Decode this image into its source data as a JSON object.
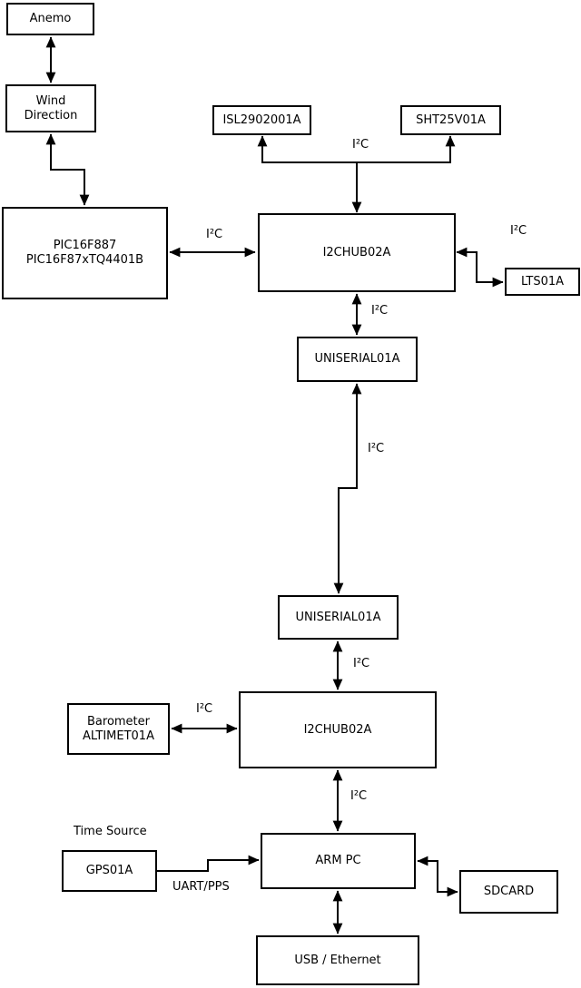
{
  "diagram": {
    "nodes": {
      "anemo": {
        "label": "Anemo"
      },
      "wind_direction": {
        "line1": "Wind",
        "line2": "Direction"
      },
      "pic": {
        "line1": "PIC16F887",
        "line2": "PIC16F87xTQ4401B"
      },
      "isl2902001a": {
        "label": "ISL2902001A"
      },
      "sht25v01a": {
        "label": "SHT25V01A"
      },
      "i2chub_top": {
        "label": "I2CHUB02A"
      },
      "lts01a": {
        "label": "LTS01A"
      },
      "uniserial_top": {
        "label": "UNISERIAL01A"
      },
      "uniserial_bottom": {
        "label": "UNISERIAL01A"
      },
      "i2chub_bottom": {
        "label": "I2CHUB02A"
      },
      "barometer": {
        "line1": "Barometer",
        "line2": "ALTIMET01A"
      },
      "arm_pc": {
        "label": "ARM PC"
      },
      "gps01a": {
        "label": "GPS01A"
      },
      "sdcard": {
        "label": "SDCARD"
      },
      "usb_ethernet": {
        "label": "USB / Ethernet"
      }
    },
    "edge_labels": {
      "isl_sht_bus": "I²C",
      "pic_hub": "I²C",
      "hub_lts": "I²C",
      "hub_uniserial": "I²C",
      "uniserial_link": "I²C",
      "uniserial_hub2": "I²C",
      "barometer_hub2": "I²C",
      "hub2_armpc": "I²C",
      "gps_armpc": "UART/PPS",
      "time_source_caption": "Time Source"
    },
    "colors": {
      "stroke": "#000000",
      "background": "#ffffff",
      "text": "#000000"
    }
  }
}
